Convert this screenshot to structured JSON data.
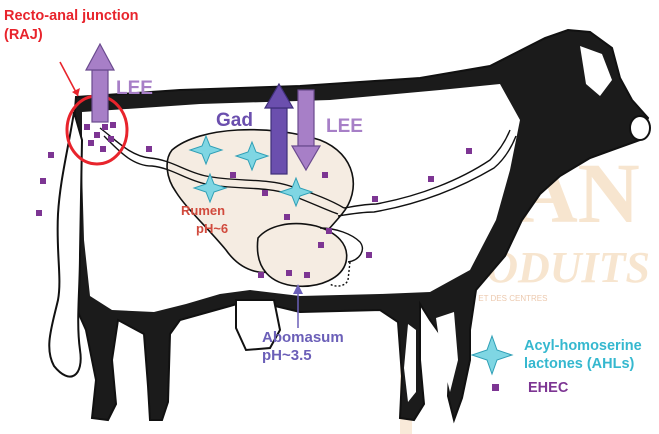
{
  "colors": {
    "raj": "#e8242c",
    "lee": "#a77fc7",
    "gad": "#6b4fae",
    "ahl": "#5cc2d4",
    "ehec": "#7d3593",
    "rumen_text": "#d14a3d",
    "abomasum_text": "#6b5fb8",
    "watermark": "#f7e5cf"
  },
  "labels": {
    "raj_line1": "Recto-anal junction",
    "raj_line2": "(RAJ)",
    "lee_left": "LEE",
    "gad": "Gad",
    "lee_right": "LEE",
    "rumen_line1": "Rumen",
    "rumen_line2": "pH~6",
    "abomasum_line1": "Abomasum",
    "abomasum_line2": "pH~3.5"
  },
  "legend": {
    "ahl_line1": "Acyl-homoserine",
    "ahl_line2": "lactones (AHLs)",
    "ahl_icon": "four-point-star-icon",
    "ehec_label": "EHEC",
    "ehec_icon": "square-dot-icon"
  },
  "watermark": {
    "letters": "VIAN",
    "word": "PRODUITS",
    "tagline": "RECHERCHES ET DES CENTRES"
  }
}
